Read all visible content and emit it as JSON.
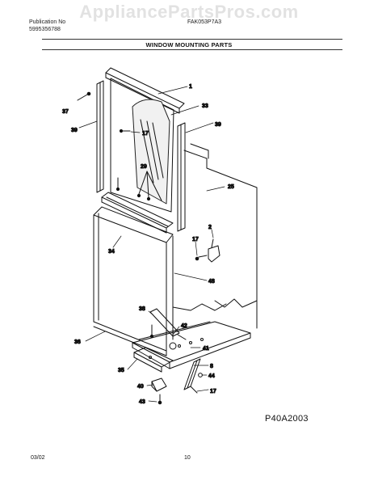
{
  "watermark": "AppliancePartsPros.com",
  "header": {
    "left_line1": "Publication No",
    "left_line2": "5995356788",
    "model": "FAK053P7A3",
    "title": "WINDOW MOUNTING PARTS"
  },
  "callouts": {
    "c1": "1",
    "c37": "37",
    "c33": "33",
    "c39a": "39",
    "c39b": "39",
    "c17a": "17",
    "c29": "29",
    "c25": "25",
    "c2": "2",
    "c17b": "17",
    "c34": "34",
    "c48": "48",
    "c38": "38",
    "c42": "42",
    "c36": "36",
    "c41": "41",
    "c8": "8",
    "c35": "35",
    "c44": "44",
    "c40": "40",
    "c17c": "17",
    "c43": "43"
  },
  "diagram_code": "P40A2003",
  "footer": {
    "date": "03/02",
    "page": "10"
  }
}
